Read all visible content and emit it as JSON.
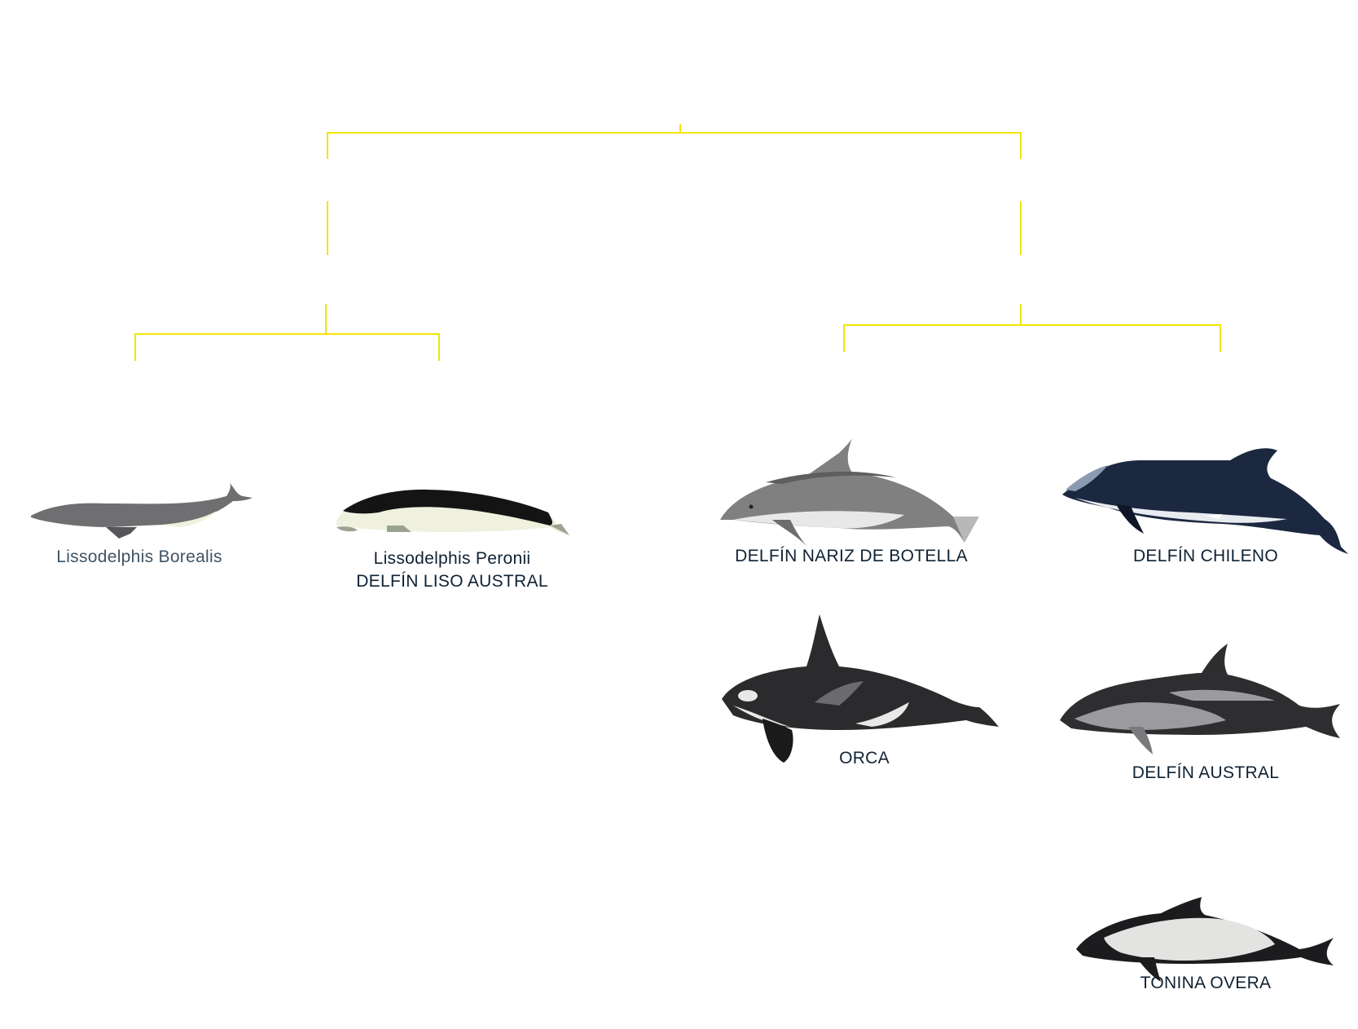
{
  "colors": {
    "connector": "#f4e400",
    "label": "#0f2233",
    "label_alt": "#3e5364"
  },
  "species": [
    {
      "id": "borealis",
      "name": "Lissodelphis Borealis",
      "icon": "northern-right-whale-dolphin-icon"
    },
    {
      "id": "peronii",
      "name": "Lissodelphis Peronii",
      "common": "DELFÍN LISO AUSTRAL",
      "icon": "southern-right-whale-dolphin-icon"
    },
    {
      "id": "bottlenose",
      "name": "DELFÍN NARIZ DE BOTELLA",
      "icon": "bottlenose-dolphin-icon"
    },
    {
      "id": "chilean",
      "name": "DELFÍN CHILENO",
      "icon": "chilean-dolphin-icon"
    },
    {
      "id": "orca",
      "name": "ORCA",
      "icon": "orca-icon"
    },
    {
      "id": "peale",
      "name": "DELFÍN AUSTRAL",
      "icon": "peales-dolphin-icon"
    },
    {
      "id": "commerson",
      "name": "TONINA OVERA",
      "icon": "commersons-dolphin-icon"
    }
  ]
}
